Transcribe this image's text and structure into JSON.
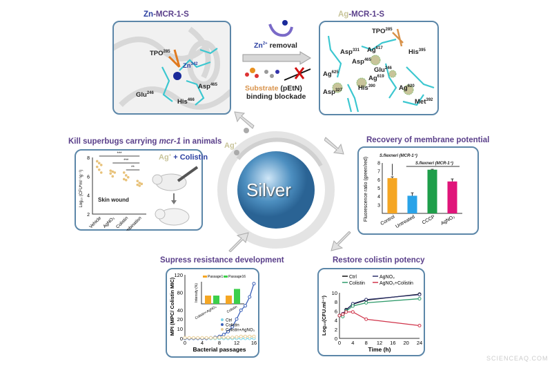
{
  "panels": {
    "zn": {
      "title_prefix": "Zn",
      "title_suffix": "-MCR-1-S",
      "labels": {
        "tpo": "TPO",
        "tpo_sup": "285",
        "zn": "Zn",
        "zn_sup": "342",
        "asp": "Asp",
        "asp_sup": "465",
        "glu": "Glu",
        "glu_sup": "246",
        "his": "His",
        "his_sup": "466"
      }
    },
    "ag": {
      "title_prefix": "Ag",
      "title_suffix": "-MCR-1-S",
      "labels": [
        {
          "t": "TPO",
          "s": "285"
        },
        {
          "t": "Asp",
          "s": "331"
        },
        {
          "t": "Ag",
          "s": "617"
        },
        {
          "t": "His",
          "s": "395"
        },
        {
          "t": "Asp",
          "s": "465"
        },
        {
          "t": "Glu",
          "s": "246"
        },
        {
          "t": "Ag",
          "s": "625"
        },
        {
          "t": "Ag",
          "s": "619"
        },
        {
          "t": "His",
          "s": "390"
        },
        {
          "t": "Ag",
          "s": "620"
        },
        {
          "t": "Asp",
          "s": "327"
        },
        {
          "t": "Met",
          "s": "392"
        }
      ]
    },
    "middle": {
      "zn_label": "Zn",
      "zn_sup": "2+",
      "removal": " removal",
      "substrate": "Substrate",
      "pet": " (pEtN)",
      "blockade": "binding blockade"
    },
    "center": {
      "label": "Silver",
      "ag_ion": "Ag",
      "ag_sup": "+"
    },
    "kill": {
      "title_a": "Kill superbugs carrying ",
      "title_em": "mcr-1",
      "title_b": " in animals",
      "legend_ag": "Ag",
      "legend_sup": "+",
      "legend_rest": " + Colistin",
      "annotation": "Skin wound",
      "sig": [
        "***",
        "***",
        "**"
      ]
    },
    "membrane": {
      "title": "Recovery of membrane potential",
      "ann1": "S.flexneri (MCR-1⁺)",
      "ann2": "S.flexneri (MCR-1⁺)"
    },
    "resist": {
      "title": "Supress resistance development",
      "inset_legend": [
        "Passage1",
        "Passage16"
      ],
      "inset_ylabel": "Intensity (%)",
      "inset_groups": [
        "Colistin+AgNO₃",
        "Colistin"
      ]
    },
    "potency": {
      "title": "Restore colistin potency"
    }
  },
  "watermark": "SCIENCEAQ.COM",
  "colors": {
    "title": "#5a3f8a",
    "box": "#5b86a8",
    "zn_blue": "#2b3fa0",
    "ag_tan": "#c8c49a",
    "cyan": "#3cc7d0"
  },
  "chart_data": [
    {
      "id": "kill",
      "type": "scatter",
      "ylabel": "Log₁₀ (CFU*ml⁻¹g⁻¹)",
      "ylim": [
        2,
        8
      ],
      "yticks": [
        2,
        4,
        6,
        8
      ],
      "categories": [
        "Vehicle",
        "AgNO₃",
        "Colistin",
        "Combination"
      ],
      "values": [
        [
          7.6,
          7.4,
          7.2,
          7.0,
          6.7,
          6.4
        ],
        [
          6.6,
          6.5,
          6.4,
          6.3,
          6.0
        ],
        [
          6.4,
          6.1,
          5.9,
          5.7,
          5.6
        ],
        [
          5.5,
          5.3,
          5.2,
          5.1,
          5.0,
          5.2
        ]
      ],
      "color": "#e8c27a"
    },
    {
      "id": "membrane",
      "type": "bar",
      "ylabel": "Fluorescence ratio (green/red)",
      "ylim": [
        2,
        8
      ],
      "yticks": [
        3,
        4,
        5,
        6,
        7,
        8
      ],
      "categories": [
        "Control",
        "Untreated",
        "CCCP",
        "AgNO₃"
      ],
      "values": [
        6.2,
        4.1,
        7.2,
        5.8
      ],
      "errors": [
        0.15,
        0.35,
        0.05,
        0.3
      ],
      "colors": [
        "#f5a623",
        "#2aa3e8",
        "#1e9e4a",
        "#e0157a"
      ]
    },
    {
      "id": "resist",
      "type": "line",
      "xlabel": "Bacterial passages",
      "ylabel": "MPI (MPC/ Colistin MIC)",
      "xlim": [
        0,
        16
      ],
      "xticks": [
        0,
        4,
        8,
        12,
        16
      ],
      "yticks": [
        0,
        10,
        20,
        40,
        80,
        120
      ],
      "x": [
        0,
        1,
        2,
        3,
        4,
        5,
        6,
        7,
        8,
        9,
        10,
        11,
        12,
        13,
        14,
        15,
        16
      ],
      "series": [
        {
          "name": "Ctrl",
          "values": [
            0,
            0,
            0,
            0,
            0,
            0,
            0,
            0,
            0,
            0,
            0,
            0,
            0,
            0,
            0,
            0,
            0
          ],
          "color": "#7fd6e8"
        },
        {
          "name": "Colistin",
          "values": [
            0,
            0,
            0,
            0,
            0,
            0,
            0.5,
            1,
            2,
            4,
            7,
            12,
            20,
            40,
            50,
            70,
            100
          ],
          "color": "#3a5fb8"
        },
        {
          "name": "Colistin+AgNO₃",
          "values": [
            0.5,
            0.5,
            0.5,
            0.5,
            0.5,
            0.5,
            0.5,
            0.5,
            1,
            1,
            1,
            1,
            1.5,
            2,
            2,
            2,
            2
          ],
          "color": "#e8cf9a"
        }
      ],
      "inset": {
        "values": [
          [
            100,
            100
          ],
          [
            100,
            180
          ]
        ],
        "colors": [
          "#f5a623",
          "#3ccf4a"
        ],
        "ylim": [
          0,
          200
        ]
      }
    },
    {
      "id": "potency",
      "type": "line",
      "xlabel": "Time (h)",
      "ylabel": "Log₁₀(CFU.ml⁻¹)",
      "xlim": [
        0,
        24
      ],
      "ylim": [
        0,
        10
      ],
      "xticks": [
        0,
        4,
        8,
        12,
        16,
        20,
        24
      ],
      "yticks": [
        0,
        2,
        4,
        6,
        8,
        10
      ],
      "x": [
        0,
        1,
        2,
        4,
        8,
        24
      ],
      "series": [
        {
          "name": "Ctrl",
          "values": [
            5,
            5.3,
            6.3,
            7.5,
            8.4,
            9.7
          ],
          "color": "#111111"
        },
        {
          "name": "AgNO₃",
          "values": [
            5,
            5.4,
            6.2,
            7.6,
            8.5,
            9.6
          ],
          "color": "#2a2f6a"
        },
        {
          "name": "Colistin",
          "values": [
            5,
            4.8,
            6,
            7.1,
            7.8,
            8.7
          ],
          "color": "#2e9a6a"
        },
        {
          "name": "AgNO₃+Colistin",
          "values": [
            5,
            5.3,
            5.8,
            5.8,
            4.2,
            2.8
          ],
          "color": "#d0344a"
        }
      ]
    }
  ]
}
